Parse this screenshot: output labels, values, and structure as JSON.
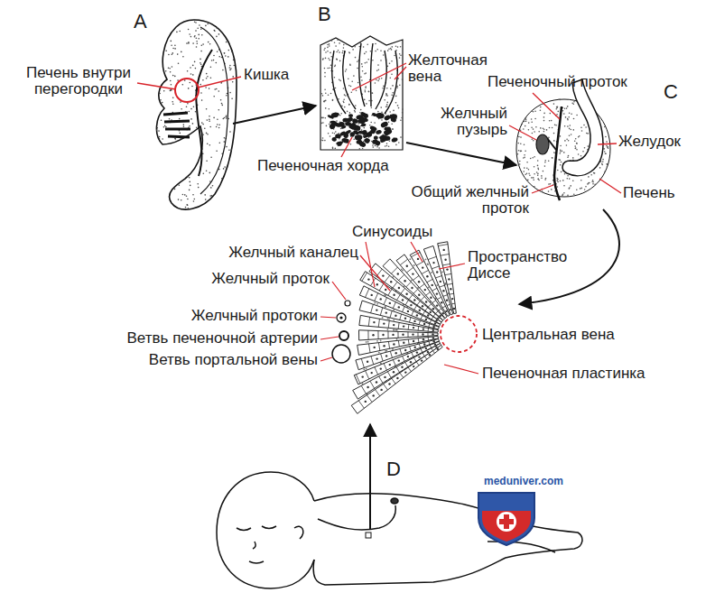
{
  "diagram": {
    "labels": [
      "A",
      "Печень внутри перегородки",
      "Кишка",
      "B",
      "Желточная вена",
      "Печеночная хорда",
      "Печеночный проток",
      "C",
      "Желчный пузырь",
      "Желудок",
      "Общий желчный проток",
      "Печень",
      "Синусоиды",
      "Желчный каналец",
      "Пространство Диссе",
      "Желчный проток",
      "Желчный протоки",
      "Ветвь печеночной артерии",
      "Центральная вена",
      "Ветвь портальной вены",
      "Печеночная пластинка",
      "D",
      "meduniver.com"
    ]
  }
}
